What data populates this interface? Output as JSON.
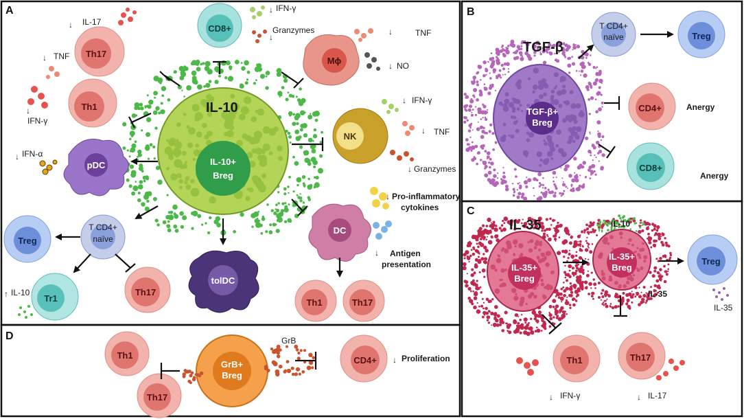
{
  "panels": {
    "a": "A",
    "b": "B",
    "c": "C",
    "d": "D"
  },
  "panel_a": {
    "center_title": "IL-10",
    "center_l1": "IL-10+",
    "center_l2": "Breg",
    "il17_down": "IL-17",
    "th17_top": "Th17",
    "cd8": "CD8+",
    "ifng_top": "IFN-γ",
    "granzymes_top": "Granzymes",
    "tnf_mac": "TNF",
    "no": "NO",
    "mphi": "Mϕ",
    "tnf_th1": "TNF",
    "th1": "Th1",
    "ifng_th1": "IFN-γ",
    "nk": "NK",
    "ifng_nk": "IFN-γ",
    "tnf_nk": "TNF",
    "granzymes_nk": "Granzymes",
    "pdc": "pDC",
    "ifna": "IFN-α",
    "tcd4_l1": "T CD4+",
    "tcd4_l2": "naïve",
    "treg": "Treg",
    "tr1": "Tr1",
    "il10_up": "IL-10",
    "th17_bottom": "Th17",
    "toldc": "tolDC",
    "dc": "DC",
    "proinf_l1": "Pro-inflammatory",
    "proinf_l2": "cytokines",
    "antigen_l1": "Antigen",
    "antigen_l2": "presentation",
    "th1_dc": "Th1",
    "th17_dc": "Th17"
  },
  "panel_b": {
    "tgfb": "TGF-β",
    "center_l1": "TGF-β+",
    "center_l2": "Breg",
    "tcd4_l1": "T CD4+",
    "tcd4_l2": "naïve",
    "treg": "Treg",
    "cd4": "CD4+",
    "anergy1": "Anergy",
    "cd8": "CD8+",
    "anergy2": "Anergy"
  },
  "panel_c": {
    "il35_title": "IL-35",
    "breg1_l1": "IL-35+",
    "breg1_l2": "Breg",
    "il10": "IL-10",
    "breg2_l1": "IL-35+",
    "breg2_l2": "Breg",
    "il35_small": "IL-35",
    "treg": "Treg",
    "il35_treg": "IL-35",
    "th1": "Th1",
    "th17": "Th17",
    "ifng": "IFN-γ",
    "il17": "IL-17"
  },
  "panel_d": {
    "th1": "Th1",
    "th17": "Th17",
    "center_l1": "GrB+",
    "center_l2": "Breg",
    "grb": "GrB",
    "cd4": "CD4+",
    "proliferation": "Proliferation"
  },
  "colors": {
    "green_breg": "#a9cf4a",
    "green_nucleus": "#36a84a",
    "purple_breg": "#8a5ab0",
    "crimson_breg": "#d6426f",
    "orange_breg": "#f19a3c",
    "th_pink": "#ef9c96",
    "treg_blue": "#8fb0e8",
    "cd8_teal": "#7cd4d0"
  }
}
